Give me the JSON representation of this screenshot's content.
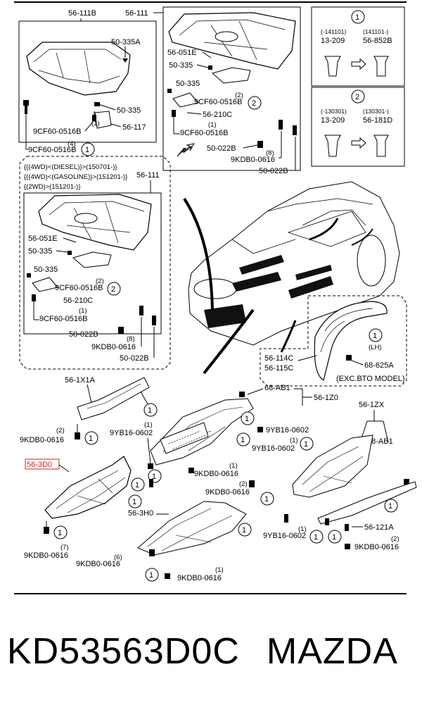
{
  "callouts": {
    "c56_111b": "56-111B",
    "c56_111_a": "56-111",
    "c50_335a": "50-335A",
    "c50_335_1": "50-335",
    "c56_117": "56-117",
    "c9cf_1": "9CF60-0516B",
    "c9cf_1_q": "(1)",
    "c9cf_2": "9CF60-0516B",
    "c9cf_2_q": "(4)",
    "c56_051e_a": "56-051E",
    "c50_335_2": "50-335",
    "c50_335_3": "50-335",
    "c9cf_3": "9CF60-0516B",
    "c9cf_3_q": "(2)",
    "c56_210c_a": "56-210C",
    "c9cf_4": "9CF60-0516B",
    "c9cf_4_q": "(1)",
    "c50_022b_1": "50-022B",
    "c9kdb_1": "9KDB0-0616",
    "c9kdb_1_q": "(8)",
    "c50_022b_2": "50-022B",
    "variant_line1": "{{(4WD)<(DIESEL)}>(150701-)}",
    "variant_line2": "{{(4WD)<(GASOLINE)}>(151201-)}",
    "variant_line3": "{(2WD)>(151201-)}",
    "c56_111_b": "56-111",
    "c56_051e_b": "56-051E",
    "c50_335_4": "50-335",
    "c50_335_5": "50-335",
    "c9cf_5": "9CF60-0516B",
    "c9cf_5_q": "(2)",
    "c56_210c_b": "56-210C",
    "c9cf_6": "9CF60-0516B",
    "c9cf_6_q": "(1)",
    "c50_022b_3": "50-022B",
    "c9kdb_2": "9KDB0-0616",
    "c9kdb_2_q": "(8)",
    "c50_022b_4": "50-022B",
    "c56_114c": "56-114C",
    "c56_115c": "56-115C",
    "c68_625a": "68-625A",
    "lh": "(LH)",
    "exc_bto": "(EXC.BTO MODEL)",
    "c56_1x1a": "56-1X1A",
    "c68_ab1_a": "68-AB1",
    "c56_1z0": "56-1Z0",
    "c56_1zx": "56-1ZX",
    "c68_ab1_b": "68-AB1",
    "c9kdb_3": "9KDB0-0616",
    "c9kdb_3_q": "(2)",
    "c9yb_1": "9YB16-0602",
    "c9yb_1_q": "(1)",
    "c9yb_2": "9YB16-0602",
    "c9yb_3": "9YB16-0602",
    "c9yb_3_q": "(1)",
    "c56_3d0": "56-3D0",
    "c9kdb_4": "9KDB0-0616",
    "c9kdb_4_q": "(1)",
    "c9kdb_5": "9KDB0-0616",
    "c9kdb_5_q": "(2)",
    "c56_3h0": "56-3H0",
    "c56_121a": "56-121A",
    "c9kdb_6": "9KDB0-0616",
    "c9kdb_6_q": "(7)",
    "c9kdb_7": "9KDB0-0616",
    "c9kdb_7_q": "(6)",
    "c9kdb_8": "9KDB0-0616",
    "c9kdb_8_q": "(1)",
    "c9yb_4": "9YB16-0602",
    "c9yb_4_q": "(1)",
    "c9kdb_9": "9KDB0-0616",
    "c9kdb_9_q": "(2)"
  },
  "markers": {
    "one": "1",
    "two": "2"
  },
  "legend": {
    "box1": {
      "date_a": "(-141101)",
      "date_b": "(141101-)",
      "part_a": "13-209",
      "part_b": "56-852B"
    },
    "box2": {
      "date_a": "(-130301)",
      "date_b": "(130301-)",
      "part_a": "13-209",
      "part_b": "56-181D"
    }
  },
  "caption": {
    "part_number": "KD53563D0C",
    "brand": "MAZDA"
  },
  "colors": {
    "line": "#000000",
    "highlight": "#d02020",
    "background": "#ffffff"
  }
}
